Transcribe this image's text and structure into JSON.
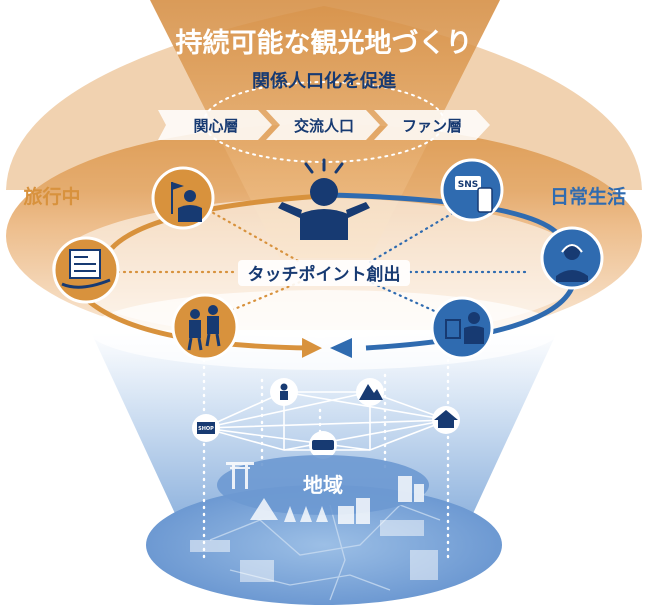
{
  "header": {
    "title": "持続可能な観光地づくり",
    "subtitle": "関係人口化を促進"
  },
  "stages": [
    "関心層",
    "交流人口",
    "ファン層"
  ],
  "phases": {
    "travel": "旅行中",
    "daily": "日常生活"
  },
  "center_label": "タッチポイント創出",
  "region": {
    "label": "地域",
    "shop_sign": "SHOP"
  },
  "sns_badge": "SNS",
  "icons": {
    "visitor": "person-arms-out-icon",
    "guide": "guide-with-flag-icon",
    "checklist": "checklist-on-hand-icon",
    "hikers": "backpackers-icon",
    "sns": "sns-phone-icon",
    "support": "headset-operator-icon",
    "shopping": "shopping-bag-person-icon",
    "farmer": "farmer-icon",
    "mountain": "mountain-icon",
    "shop": "shop-icon",
    "train": "train-icon",
    "shrine": "shrine-icon",
    "torii": "torii-gate-icon"
  },
  "colors": {
    "orange": "#d8923d",
    "orange_dark": "#c07a22",
    "navy": "#173a72",
    "blue": "#2f6bb0",
    "blue_light": "#8cb2de",
    "blue_pale": "#c9dcf1",
    "peach": "#f6dcc0"
  }
}
